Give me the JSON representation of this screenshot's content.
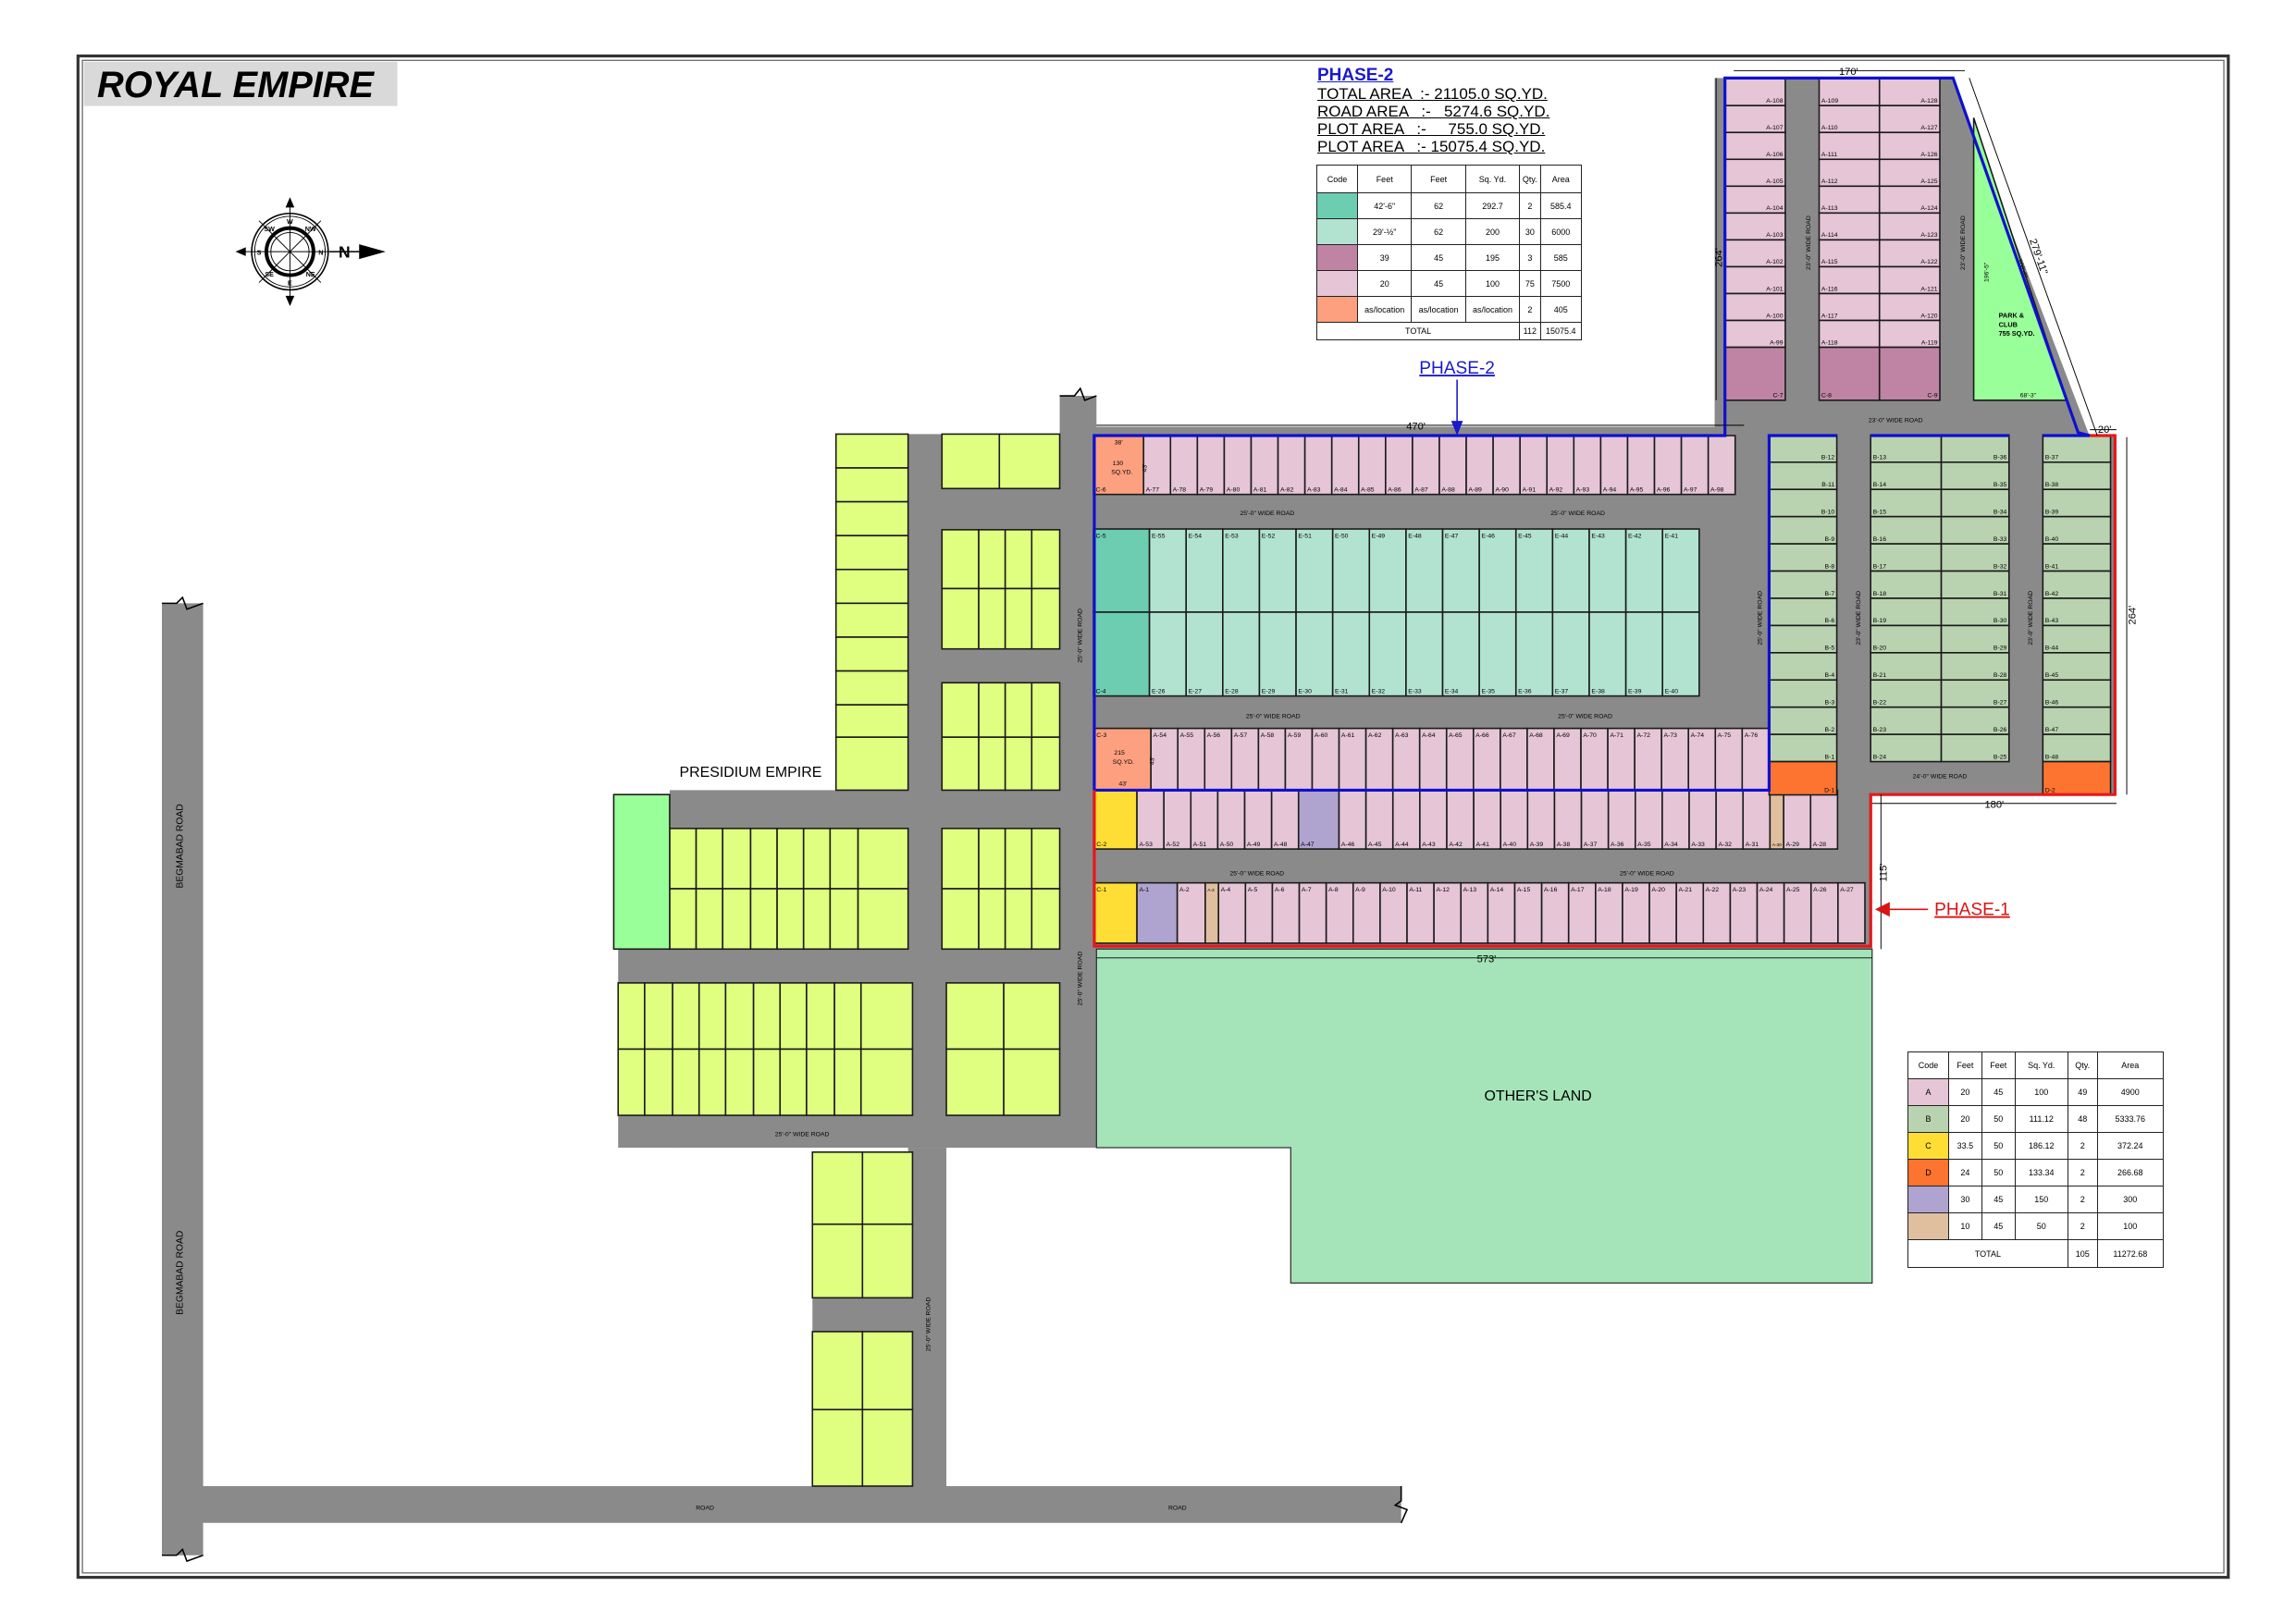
{
  "title": "ROYAL EMPIRE",
  "colors": {
    "road": "#8a8a8a",
    "phase1_border": "#e8161b",
    "phase2_border": "#1010d0",
    "plot_a": "#e5c5d6",
    "plot_b": "#b9d3b0",
    "plot_c_yellow": "#fede35",
    "plot_d": "#fd7431",
    "plot_purple": "#afa3d0",
    "plot_tan": "#dfbf9e",
    "plot_teal": "#6dcdb1",
    "plot_mint": "#b2e3d1",
    "plot_mauve": "#bf84a3",
    "plot_salmon": "#fca080",
    "park": "#99ff99",
    "neighbour_plot": "#e0ff80",
    "others_land": "#a4e4b8"
  },
  "phase2_info": {
    "heading": "PHASE-2",
    "lines": [
      "TOTAL AREA  :- 21105.0 SQ.YD.",
      "ROAD AREA   :-   5274.6 SQ.YD.",
      "PLOT AREA   :-     755.0 SQ.YD.",
      "PLOT AREA   :- 15075.4 SQ.YD."
    ]
  },
  "phase2_table": {
    "headers": [
      "Code",
      "Feet",
      "Feet",
      "Sq. Yd.",
      "Qty.",
      "Area"
    ],
    "rows": [
      {
        "color": "#6dcdb1",
        "w": "42'-6\"",
        "l": "62",
        "sqyd": "292.7",
        "qty": "2",
        "area": "585.4"
      },
      {
        "color": "#b2e3d1",
        "w": "29'-½\"",
        "l": "62",
        "sqyd": "200",
        "qty": "30",
        "area": "6000"
      },
      {
        "color": "#bf84a3",
        "w": "39",
        "l": "45",
        "sqyd": "195",
        "qty": "3",
        "area": "585"
      },
      {
        "color": "#e5c5d6",
        "w": "20",
        "l": "45",
        "sqyd": "100",
        "qty": "75",
        "area": "7500"
      },
      {
        "color": "#fca080",
        "w": "as/location",
        "l": "as/location",
        "sqyd": "as/location",
        "qty": "2",
        "area": "405"
      }
    ],
    "total_label": "TOTAL",
    "total_qty": "112",
    "total_area": "15075.4"
  },
  "phase1_table": {
    "headers": [
      "Code",
      "Feet",
      "Feet",
      "Sq. Yd.",
      "Qty.",
      "Area"
    ],
    "rows": [
      {
        "code": "A",
        "color": "#e5c5d6",
        "w": "20",
        "l": "45",
        "sqyd": "100",
        "qty": "49",
        "area": "4900"
      },
      {
        "code": "B",
        "color": "#b9d3b0",
        "w": "20",
        "l": "50",
        "sqyd": "111.12",
        "qty": "48",
        "area": "5333.76"
      },
      {
        "code": "C",
        "color": "#fede35",
        "w": "33.5",
        "l": "50",
        "sqyd": "186.12",
        "qty": "2",
        "area": "372.24"
      },
      {
        "code": "D",
        "color": "#fd7431",
        "w": "24",
        "l": "50",
        "sqyd": "133.34",
        "qty": "2",
        "area": "266.68"
      },
      {
        "code": "",
        "color": "#afa3d0",
        "w": "30",
        "l": "45",
        "sqyd": "150",
        "qty": "2",
        "area": "300"
      },
      {
        "code": "",
        "color": "#dfbf9e",
        "w": "10",
        "l": "45",
        "sqyd": "50",
        "qty": "2",
        "area": "100"
      }
    ],
    "total_label": "TOTAL",
    "total_qty": "105",
    "total_area": "11272.68"
  },
  "labels": {
    "phase2": "PHASE-2",
    "phase1": "PHASE-1",
    "presidium": "PRESIDIUM EMPIRE",
    "others_land": "OTHER'S LAND",
    "park": [
      "PARK &",
      "CLUB",
      "755 SQ.YD."
    ],
    "c6_notes": [
      "38'",
      "130",
      "SQ.YD.",
      "43'"
    ],
    "c3_notes": [
      "215",
      "SQ.YD.",
      "43'",
      "43'"
    ],
    "park_dims": [
      "196'-5\"",
      "208'-8\"",
      "68'-3\""
    ]
  },
  "dimensions": {
    "d170": "170'",
    "d264_left": "264'",
    "d279": "279'-11\"",
    "d20": "20'",
    "d264_right": "264'",
    "d180": "180'",
    "d115": "115'",
    "d573": "573'",
    "d470": "470'"
  },
  "compass": {
    "north": "N",
    "points": [
      "W",
      "NW",
      "N",
      "NE",
      "E",
      "SE",
      "S",
      "SW"
    ]
  },
  "roads": [
    "25'-0\"   WIDE   ROAD",
    "25'-0\"   WIDE   ROAD",
    "25'-0\"   WIDE   ROAD",
    "25'-0\"   WIDE   ROAD",
    "25'-0\"   WIDE   ROAD",
    "25'-0\"   WIDE   ROAD",
    "23'-0\"   WIDE   ROAD",
    "23'-0\"   WIDE   ROAD",
    "23'-0\"   WIDE   ROAD",
    "23'-0\"   WIDE   ROAD",
    "23'-0\"   WIDE   ROAD",
    "24'-0\"   WIDE   ROAD",
    "25'-0\"   WIDE   ROAD",
    "25'-0\"   WIDE   ROAD",
    "25'-0\"   WIDE   ROAD",
    "25'-0\"   WIDE   ROAD",
    "25'-0\"   WIDE   ROAD",
    "ROAD",
    "ROAD",
    "BEGMABAD ROAD",
    "BEGMABAD ROAD"
  ],
  "plots": {
    "row_a77": [
      "C-6",
      "A-77",
      "A-78",
      "A-79",
      "A-80",
      "A-81",
      "A-82",
      "A-83",
      "A-84",
      "A-85",
      "A-86",
      "A-87",
      "A-88",
      "A-89",
      "A-90",
      "A-91",
      "A-92",
      "A-93",
      "A-94",
      "A-95",
      "A-96",
      "A-97",
      "A-98"
    ],
    "row_e_top": [
      "C-5",
      "E-55",
      "E-54",
      "E-53",
      "E-52",
      "E-51",
      "E-50",
      "E-49",
      "E-48",
      "E-47",
      "E-46",
      "E-45",
      "E-44",
      "E-43",
      "E-42",
      "E-41"
    ],
    "row_e_bottom": [
      "C-4",
      "E-26",
      "E-27",
      "E-28",
      "E-29",
      "E-30",
      "E-31",
      "E-32",
      "E-33",
      "E-34",
      "E-35",
      "E-36",
      "E-37",
      "E-38",
      "E-39",
      "E-40"
    ],
    "row_a54": [
      "C-3",
      "A-54",
      "A-55",
      "A-56",
      "A-57",
      "A-58",
      "A-59",
      "A-60",
      "A-61",
      "A-62",
      "A-63",
      "A-64",
      "A-65",
      "A-66",
      "A-67",
      "A-68",
      "A-69",
      "A-70",
      "A-71",
      "A-72",
      "A-73",
      "A-74",
      "A-75",
      "A-76"
    ],
    "row_a53": [
      "C-2",
      "A-53",
      "A-52",
      "A-51",
      "A-50",
      "A-49",
      "A-48",
      "A-47",
      "A-46",
      "A-45",
      "A-44",
      "A-43",
      "A-42",
      "A-41",
      "A-40",
      "A-39",
      "A-38",
      "A-37",
      "A-36",
      "A-35",
      "A-34",
      "A-33",
      "A-32",
      "A-31",
      "A-30",
      "A-29",
      "A-28"
    ],
    "row_a1": [
      "C-1",
      "A-1",
      "A-2",
      "A-3",
      "A-4",
      "A-5",
      "A-6",
      "A-7",
      "A-8",
      "A-9",
      "A-10",
      "A-11",
      "A-12",
      "A-13",
      "A-14",
      "A-15",
      "A-16",
      "A-17",
      "A-18",
      "A-19",
      "A-20",
      "A-21",
      "A-22",
      "A-23",
      "A-24",
      "A-25",
      "A-26",
      "A-27"
    ],
    "col_a1": [
      "A-108",
      "A-107",
      "A-106",
      "A-105",
      "A-104",
      "A-103",
      "A-102",
      "A-101",
      "A-100",
      "A-99",
      "C-7"
    ],
    "col_a2": [
      "A-109",
      "A-110",
      "A-111",
      "A-112",
      "A-113",
      "A-114",
      "A-115",
      "A-116",
      "A-117",
      "A-118",
      "C-8"
    ],
    "col_a3": [
      "A-128",
      "A-127",
      "A-126",
      "A-125",
      "A-124",
      "A-123",
      "A-122",
      "A-121",
      "A-120",
      "A-119",
      "C-9"
    ],
    "col_b1": [
      "B-12",
      "B-11",
      "B-10",
      "B-9",
      "B-8",
      "B-7",
      "B-6",
      "B-5",
      "B-4",
      "B-3",
      "B-2",
      "B-1",
      "D-1"
    ],
    "col_b2": [
      "B-13",
      "B-14",
      "B-15",
      "B-16",
      "B-17",
      "B-18",
      "B-19",
      "B-20",
      "B-21",
      "B-22",
      "B-23",
      "B-24"
    ],
    "col_b3": [
      "B-36",
      "B-35",
      "B-34",
      "B-33",
      "B-32",
      "B-31",
      "B-30",
      "B-29",
      "B-28",
      "B-27",
      "B-26",
      "B-25"
    ],
    "col_b4": [
      "B-37",
      "B-38",
      "B-39",
      "B-40",
      "B-41",
      "B-42",
      "B-43",
      "B-44",
      "B-45",
      "B-46",
      "B-47",
      "B-48",
      "D-2"
    ]
  }
}
